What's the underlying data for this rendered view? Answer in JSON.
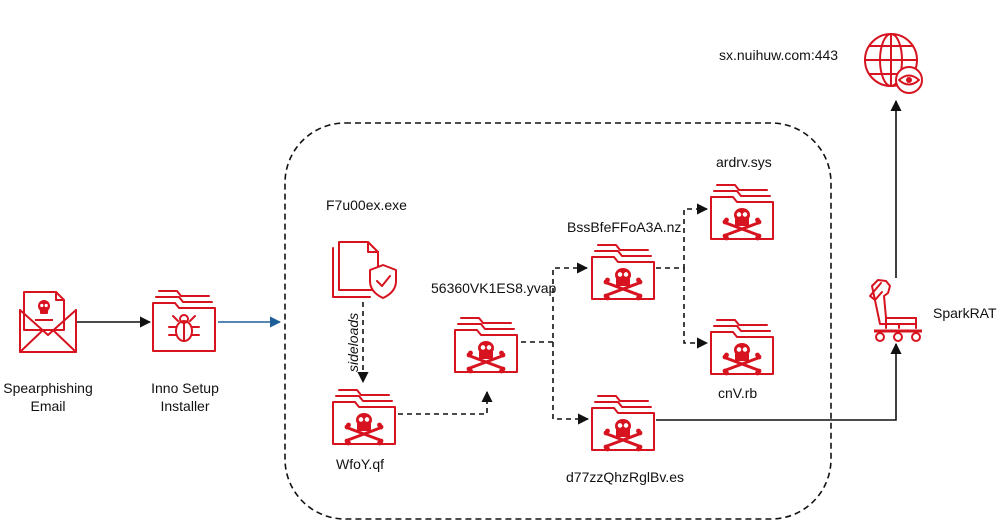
{
  "nodes": {
    "email": {
      "label_line1": "Spearphishing",
      "label_line2": "Email",
      "icon": "email-skull-icon"
    },
    "installer": {
      "label_line1": "Inno Setup",
      "label_line2": "Installer",
      "icon": "folder-bug-icon"
    },
    "exe": {
      "label": "F7u00ex.exe",
      "icon": "signed-files-icon"
    },
    "wfoy": {
      "label": "WfoY.qf",
      "icon": "folder-skull-icon"
    },
    "yvap": {
      "label": "56360VK1ES8.yvap",
      "icon": "folder-skull-icon"
    },
    "nz": {
      "label": "BssBfeFFoA3A.nz",
      "icon": "folder-skull-icon"
    },
    "ardrv": {
      "label": "ardrv.sys",
      "icon": "folder-skull-icon"
    },
    "cnv": {
      "label": "cnV.rb",
      "icon": "folder-skull-icon"
    },
    "es": {
      "label": "d77zzQhzRglBv.es",
      "icon": "folder-skull-icon"
    },
    "sparkrat": {
      "label": "SparkRAT",
      "icon": "trojan-horse-icon"
    },
    "c2": {
      "label": "sx.nuihuw.com:443",
      "icon": "globe-eye-icon"
    }
  },
  "edges": {
    "sideloads_label": "sideloads"
  },
  "colors": {
    "icon_red": "#d7131f",
    "connector": "#111111",
    "entry_arrow": "#1f5f99"
  }
}
